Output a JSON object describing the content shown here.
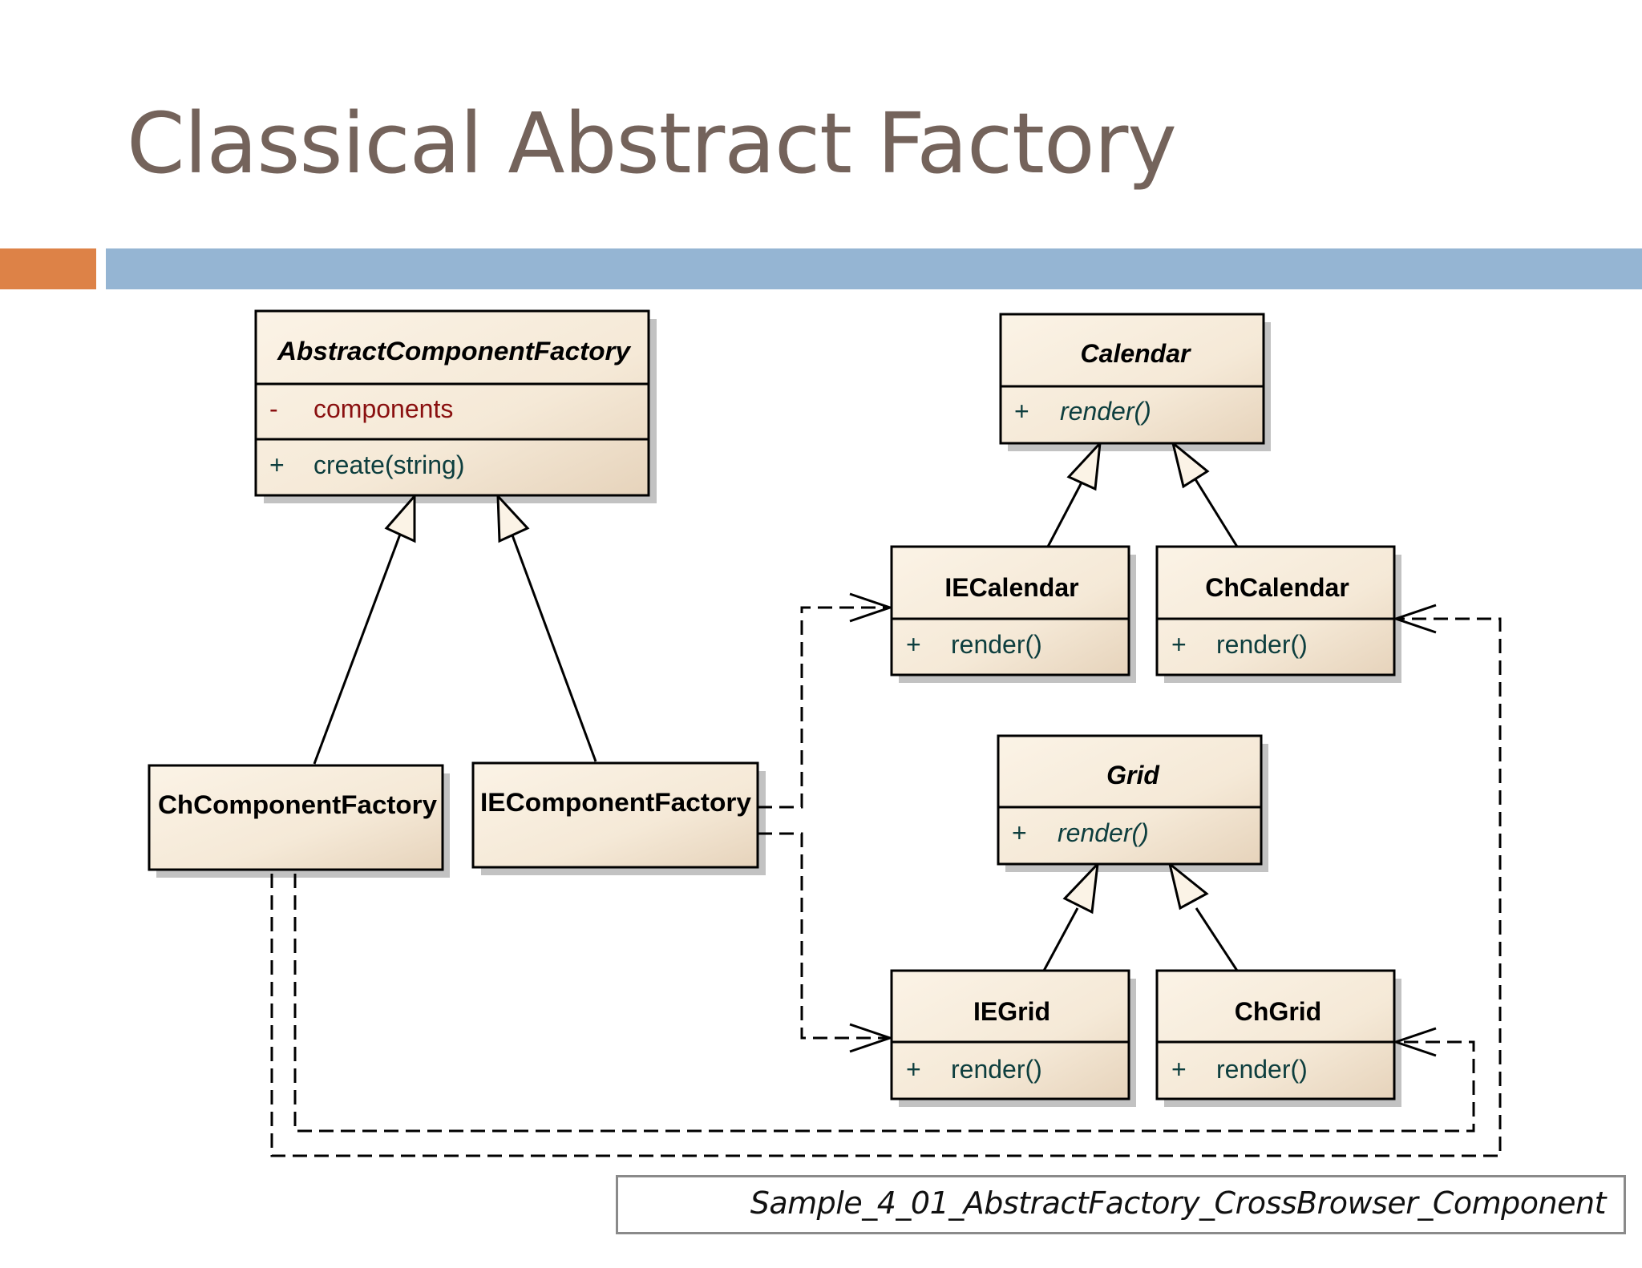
{
  "slide": {
    "title": "Classical Abstract Factory",
    "caption": "Sample_4_01_AbstractFactory_CrossBrowser_Component"
  },
  "colors": {
    "title": "#74635b",
    "accent_orange": "#dd8247",
    "accent_blue": "#95b5d3",
    "class_fill": "#f3e6d2",
    "member_text": "#0d3e3e",
    "private_text": "#8a1010"
  },
  "diagram": {
    "abstract_factory": {
      "name": "AbstractComponentFactory",
      "attribute": {
        "visibility": "-",
        "name": "components"
      },
      "operation": {
        "visibility": "+",
        "name": "create(string)"
      }
    },
    "ch_factory": {
      "name": "ChComponentFactory"
    },
    "ie_factory": {
      "name": "IEComponentFactory"
    },
    "calendar": {
      "name": "Calendar",
      "operation": {
        "visibility": "+",
        "name": "render()"
      }
    },
    "ie_calendar": {
      "name": "IECalendar",
      "operation": {
        "visibility": "+",
        "name": "render()"
      }
    },
    "ch_calendar": {
      "name": "ChCalendar",
      "operation": {
        "visibility": "+",
        "name": "render()"
      }
    },
    "grid": {
      "name": "Grid",
      "operation": {
        "visibility": "+",
        "name": "render()"
      }
    },
    "ie_grid": {
      "name": "IEGrid",
      "operation": {
        "visibility": "+",
        "name": "render()"
      }
    },
    "ch_grid": {
      "name": "ChGrid",
      "operation": {
        "visibility": "+",
        "name": "render()"
      }
    }
  }
}
